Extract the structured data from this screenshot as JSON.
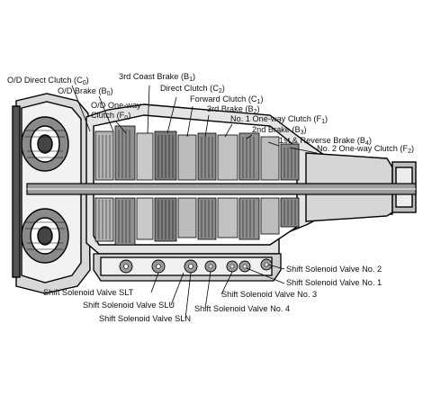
{
  "labels": {
    "od_direct_clutch": {
      "text": "O/D Direct Clutch (C",
      "sub": "0",
      "tail": ")"
    },
    "od_brake": {
      "text": "O/D Brake (B",
      "sub": "0",
      "tail": ")"
    },
    "od_one_way_1": {
      "text": "O/D  One-way"
    },
    "od_one_way_2": {
      "text": "Clutch (F",
      "sub": "0",
      "tail": ")"
    },
    "third_coast_brake": {
      "text": "3rd Coast Brake (B",
      "sub": "1",
      "tail": ")"
    },
    "direct_clutch": {
      "text": "Direct Clutch (C",
      "sub": "2",
      "tail": ")"
    },
    "forward_clutch": {
      "text": "Forward Clutch (C",
      "sub": "1",
      "tail": ")"
    },
    "third_brake": {
      "text": "3rd Brake (B",
      "sub": "2",
      "tail": ")"
    },
    "no1_one_way": {
      "text": "No. 1 One-way Clutch (F",
      "sub": "1",
      "tail": ")"
    },
    "second_brake": {
      "text": "2nd Brake (B",
      "sub": "3",
      "tail": ")"
    },
    "first_reverse_brake": {
      "text": "1st & Reverse Brake (B",
      "sub": "4",
      "tail": ")"
    },
    "no2_one_way": {
      "text": "No. 2 One-way Clutch (F",
      "sub": "2",
      "tail": ")"
    },
    "ssv_no2": {
      "text": "Shift Solenoid Valve No. 2"
    },
    "ssv_no1": {
      "text": "Shift Solenoid Valve No. 1"
    },
    "ssv_no3": {
      "text": "Shift Solenoid Valve No. 3"
    },
    "ssv_no4": {
      "text": "Shift Solenoid Valve No. 4"
    },
    "ssv_slt": {
      "text": "Shift Solenoid Valve SLT"
    },
    "ssv_slu": {
      "text": "Shift Solenoid Valve SLU"
    },
    "ssv_sln": {
      "text": "Shift Solenoid Valve SLN"
    }
  }
}
